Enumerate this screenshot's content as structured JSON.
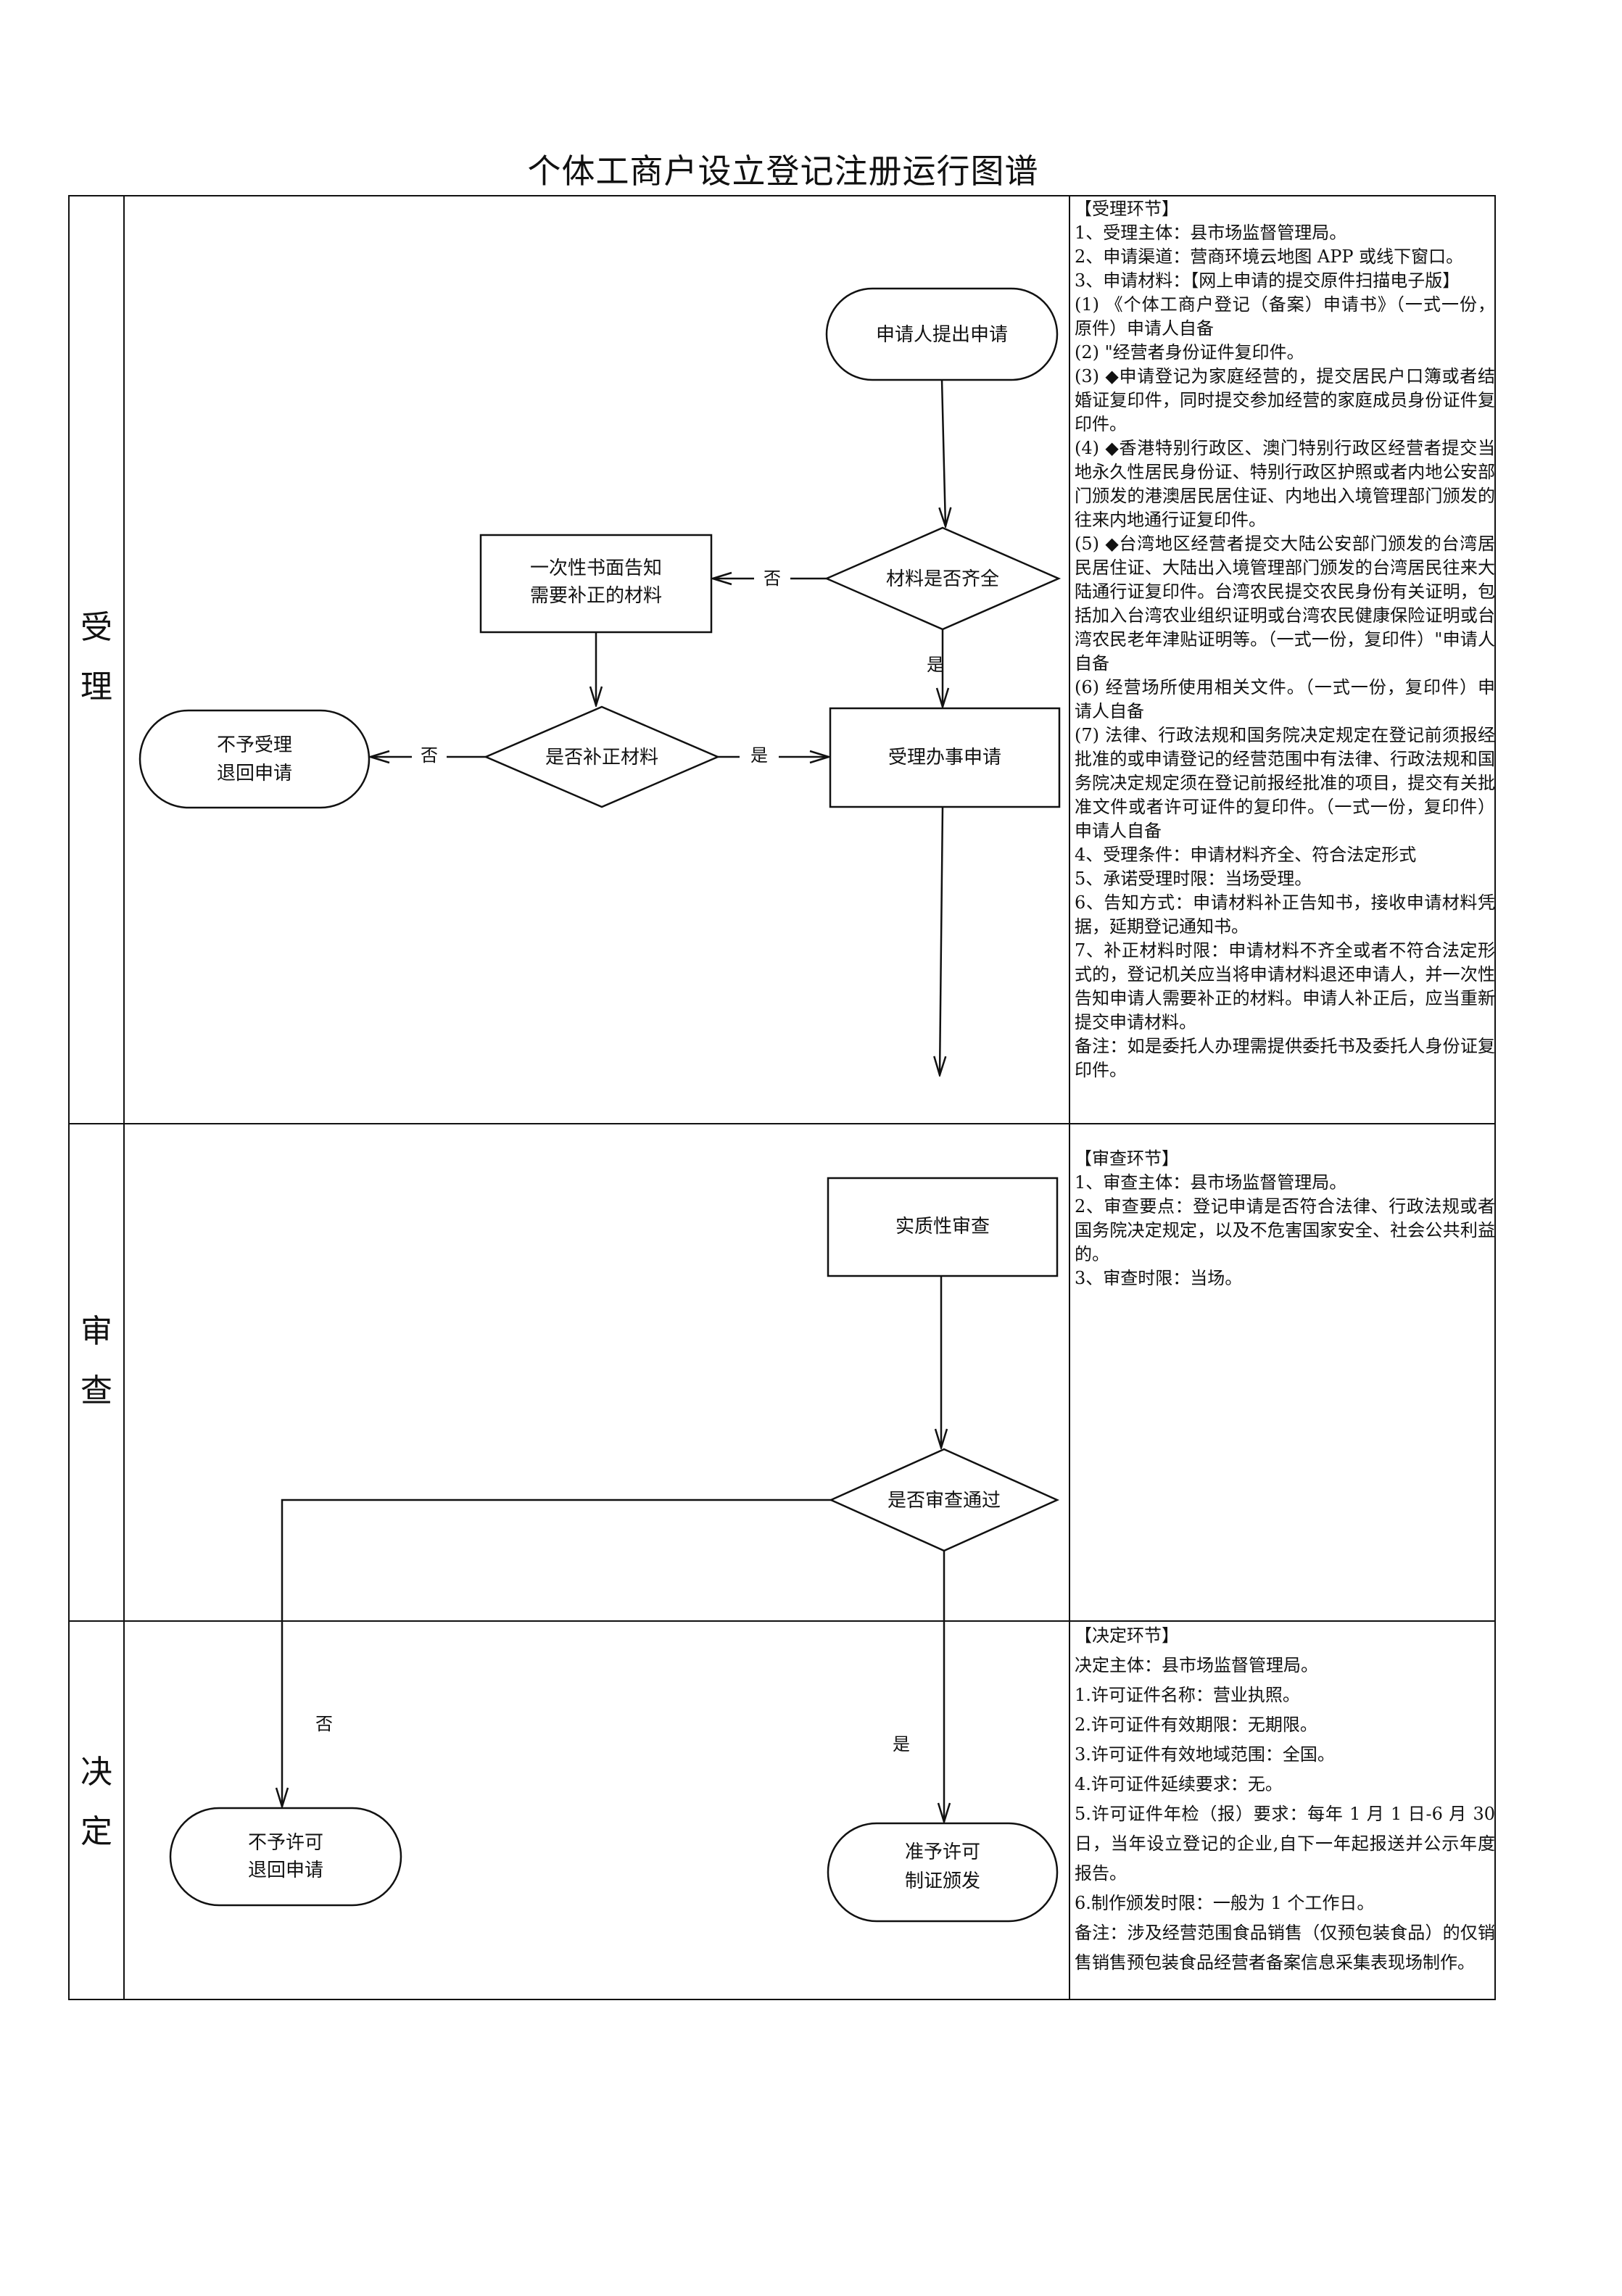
{
  "title": "个体工商户设立登记注册运行图谱",
  "stages": {
    "accept": [
      "受",
      "理"
    ],
    "review": [
      "审",
      "查"
    ],
    "decide": [
      "决",
      "定"
    ]
  },
  "nodes": {
    "start": "申请人提出申请",
    "check_complete": "材料是否齐全",
    "notify_supplement": [
      "一次性书面告知",
      "需要补正的材料"
    ],
    "check_supplement": "是否补正材料",
    "reject_accept": [
      "不予受理",
      "退回申请"
    ],
    "accept_handle": "受理办事申请",
    "substantive_review": "实质性审查",
    "review_pass": "是否审查通过",
    "deny_permit": [
      "不予许可",
      "退回申请"
    ],
    "grant_permit": [
      "准予许可",
      "制证颁发"
    ]
  },
  "edge_labels": {
    "no_complete": "否",
    "yes_complete": "是",
    "no_supplement": "否",
    "yes_supplement": "是",
    "no_review": "否",
    "yes_review": "是"
  },
  "notes": {
    "accept": [
      "【受理环节】",
      "1、受理主体：县市场监督管理局。",
      "2、申请渠道：营商环境云地图 APP 或线下窗口。",
      "3、申请材料：【网上申请的提交原件扫描电子版】",
      "(1) 《个体工商户登记（备案）申请书》（一式一份，原件）申请人自备",
      "(2) \"经营者身份证件复印件。",
      "(3) ◆申请登记为家庭经营的，提交居民户口簿或者结婚证复印件，同时提交参加经营的家庭成员身份证件复印件。",
      "(4) ◆香港特别行政区、澳门特别行政区经营者提交当地永久性居民身份证、特别行政区护照或者内地公安部门颁发的港澳居民居住证、内地出入境管理部门颁发的往来内地通行证复印件。",
      "(5) ◆台湾地区经营者提交大陆公安部门颁发的台湾居民居住证、大陆出入境管理部门颁发的台湾居民往来大陆通行证复印件。台湾农民提交农民身份有关证明，包括加入台湾农业组织证明或台湾农民健康保险证明或台湾农民老年津贴证明等。（一式一份，复印件）\"申请人自备",
      "(6) 经营场所使用相关文件。（一式一份，复印件）申请人自备",
      "(7) 法律、行政法规和国务院决定规定在登记前须报经批准的或申请登记的经营范围中有法律、行政法规和国务院决定规定须在登记前报经批准的项目，提交有关批准文件或者许可证件的复印件。（一式一份，复印件）申请人自备",
      "4、受理条件：申请材料齐全、符合法定形式",
      "5、承诺受理时限：当场受理。",
      "6、告知方式：申请材料补正告知书，接收申请材料凭据，延期登记通知书。",
      "7、补正材料时限：申请材料不齐全或者不符合法定形式的，登记机关应当将申请材料退还申请人，并一次性告知申请人需要补正的材料。申请人补正后，应当重新提交申请材料。",
      "备注：如是委托人办理需提供委托书及委托人身份证复印件。"
    ],
    "review": [
      "【审查环节】",
      "1、审查主体：县市场监督管理局。",
      "2、审查要点：登记申请是否符合法律、行政法规或者国务院决定规定，以及不危害国家安全、社会公共利益的。",
      "3、审查时限：当场。"
    ],
    "decide": [
      "【决定环节】",
      "决定主体：县市场监督管理局。",
      "1.许可证件名称：营业执照。",
      "2.许可证件有效期限：无期限。",
      "3.许可证件有效地域范围：全国。",
      "4.许可证件延续要求：无。",
      "5.许可证件年检（报）要求：每年 1 月 1 日-6 月 30 日，当年设立登记的企业,自下一年起报送并公示年度报告。",
      "6.制作颁发时限：一般为 1 个工作日。",
      "备注：涉及经营范围食品销售（仅预包装食品）的仅销售销售预包装食品经营者备案信息采集表现场制作。"
    ]
  }
}
